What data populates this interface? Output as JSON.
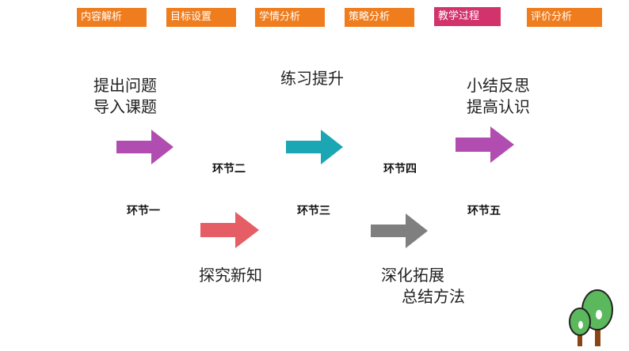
{
  "nav": {
    "tabs": [
      {
        "label": "内容解析",
        "active": false
      },
      {
        "label": "目标设置",
        "active": false
      },
      {
        "label": "学情分析",
        "active": false
      },
      {
        "label": "策略分析",
        "active": false
      },
      {
        "label": "教学过程",
        "active": true
      },
      {
        "label": "评价分析",
        "active": false
      }
    ]
  },
  "steps": [
    {
      "stage": "环节一",
      "line1": "提出问题",
      "line2": "导入课题",
      "color": "#b14cb0"
    },
    {
      "stage": "环节二",
      "line1": "探究新知",
      "line2": "",
      "color": "#e55e66"
    },
    {
      "stage": "环节三",
      "line1": "练习提升",
      "line2": "",
      "color": "#1ba6b3"
    },
    {
      "stage": "环节四",
      "line1": "深化拓展",
      "line2": "总结方法",
      "color": "#7f7f7f"
    },
    {
      "stage": "环节五",
      "line1": "小结反思",
      "line2": "提高认识",
      "color": "#b14cb0"
    }
  ],
  "decor": {
    "tree_icon": "tree-icon",
    "tree_green": "#5cb85c",
    "tree_trunk": "#8b4513"
  }
}
